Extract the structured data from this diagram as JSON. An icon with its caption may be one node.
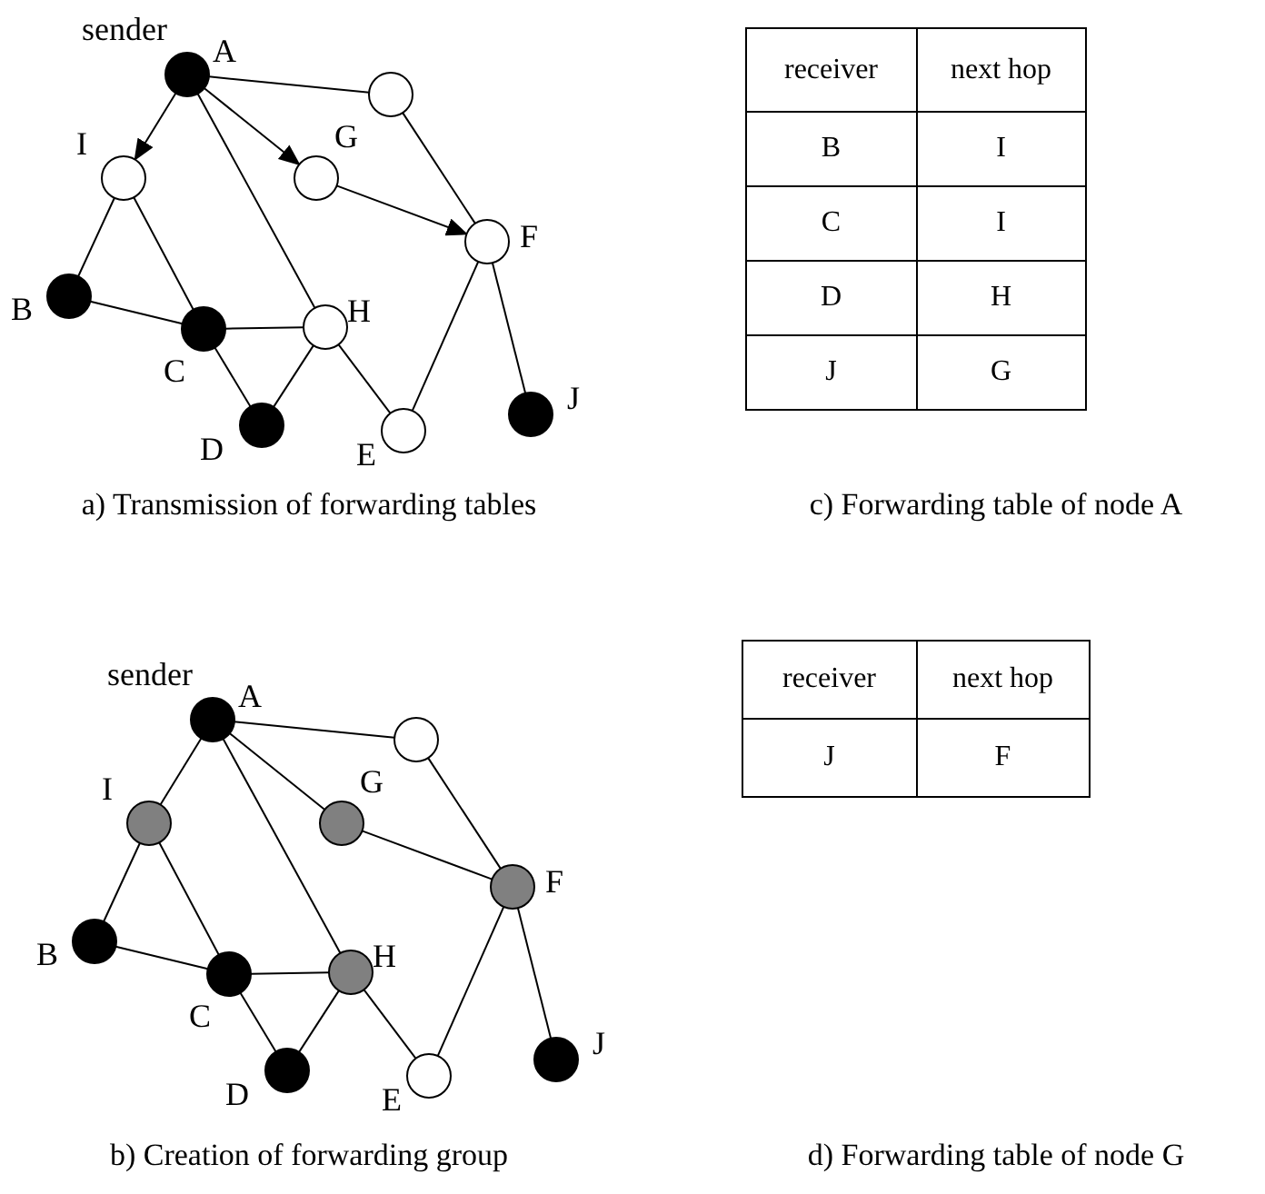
{
  "diagram": {
    "nodes": [
      {
        "text": [],
        "shape": "circle",
        "beside": [
          "sender",
          "A"
        ]
      },
      {
        "text": [],
        "shape": "circle"
      },
      {
        "text": [],
        "shape": "circle",
        "beside": [
          "I"
        ]
      },
      {
        "text": [],
        "shape": "circle",
        "beside": [
          "G"
        ]
      },
      {
        "text": [],
        "shape": "circle",
        "beside": [
          "F"
        ]
      },
      {
        "text": [],
        "shape": "circle",
        "beside": [
          "B"
        ]
      },
      {
        "text": [],
        "shape": "circle",
        "beside": [
          "C"
        ]
      },
      {
        "text": [],
        "shape": "circle",
        "beside": [
          "H"
        ]
      },
      {
        "text": [],
        "shape": "circle",
        "beside": [
          "D"
        ]
      },
      {
        "text": [],
        "shape": "circle",
        "beside": [
          "E"
        ]
      },
      {
        "text": [],
        "shape": "circle",
        "beside": [
          "J"
        ]
      },
      {
        "text": [],
        "shape": "circle",
        "beside": [
          "sender",
          "A"
        ]
      },
      {
        "text": [],
        "shape": "circle"
      },
      {
        "text": [],
        "shape": "circle",
        "beside": [
          "I"
        ]
      },
      {
        "text": [],
        "shape": "circle",
        "beside": [
          "G"
        ]
      },
      {
        "text": [],
        "shape": "circle",
        "beside": [
          "F"
        ]
      },
      {
        "text": [],
        "shape": "circle",
        "beside": [
          "B"
        ]
      },
      {
        "text": [],
        "shape": "circle",
        "beside": [
          "C"
        ]
      },
      {
        "text": [],
        "shape": "circle",
        "beside": [
          "H"
        ]
      },
      {
        "text": [],
        "shape": "circle",
        "beside": [
          "D"
        ]
      },
      {
        "text": [],
        "shape": "circle",
        "beside": [
          "E"
        ]
      },
      {
        "text": [],
        "shape": "circle",
        "beside": [
          "J"
        ]
      }
    ],
    "edges": [
      {
        "from": 0,
        "to": 1,
        "arrow": "none"
      },
      {
        "from": 0,
        "to": 2,
        "arrow": "to"
      },
      {
        "from": 0,
        "to": 3,
        "arrow": "to"
      },
      {
        "from": 0,
        "to": 7,
        "arrow": "none"
      },
      {
        "from": 1,
        "to": 4,
        "arrow": "none"
      },
      {
        "from": 3,
        "to": 4,
        "arrow": "to"
      },
      {
        "from": 2,
        "to": 5,
        "arrow": "none"
      },
      {
        "from": 2,
        "to": 6,
        "arrow": "none"
      },
      {
        "from": 5,
        "to": 6,
        "arrow": "none"
      },
      {
        "from": 6,
        "to": 7,
        "arrow": "none"
      },
      {
        "from": 6,
        "to": 8,
        "arrow": "none"
      },
      {
        "from": 7,
        "to": 8,
        "arrow": "none"
      },
      {
        "from": 7,
        "to": 9,
        "arrow": "none"
      },
      {
        "from": 4,
        "to": 9,
        "arrow": "none"
      },
      {
        "from": 4,
        "to": 10,
        "arrow": "none"
      },
      {
        "from": 11,
        "to": 12,
        "arrow": "none"
      },
      {
        "from": 11,
        "to": 13,
        "arrow": "none"
      },
      {
        "from": 11,
        "to": 14,
        "arrow": "none"
      },
      {
        "from": 11,
        "to": 18,
        "arrow": "none"
      },
      {
        "from": 12,
        "to": 15,
        "arrow": "none"
      },
      {
        "from": 14,
        "to": 15,
        "arrow": "none"
      },
      {
        "from": 13,
        "to": 16,
        "arrow": "none"
      },
      {
        "from": 13,
        "to": 17,
        "arrow": "none"
      },
      {
        "from": 16,
        "to": 17,
        "arrow": "none"
      },
      {
        "from": 17,
        "to": 18,
        "arrow": "none"
      },
      {
        "from": 17,
        "to": 19,
        "arrow": "none"
      },
      {
        "from": 18,
        "to": 19,
        "arrow": "none"
      },
      {
        "from": 18,
        "to": 20,
        "arrow": "none"
      },
      {
        "from": 15,
        "to": 20,
        "arrow": "none"
      },
      {
        "from": 15,
        "to": 21,
        "arrow": "none"
      }
    ],
    "labels": [
      "receiver",
      "next hop",
      "B",
      "I",
      "C",
      "I",
      "D",
      "H",
      "J",
      "G",
      "a) Transmission of forwarding tables",
      "c) Forwarding table of node A",
      "receiver",
      "next hop",
      "J",
      "F",
      "b) Creation of forwarding group",
      "d) Forwarding table of node G"
    ]
  }
}
